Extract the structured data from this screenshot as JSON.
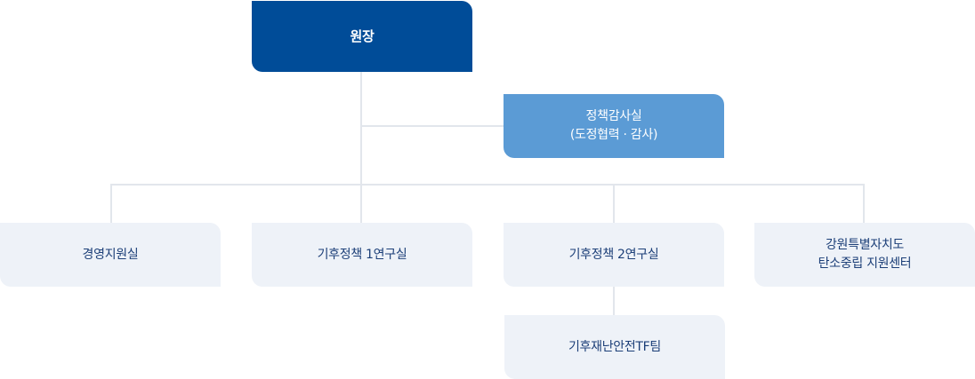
{
  "org_chart": {
    "director": "원장",
    "audit_office": {
      "line1": "정책감사실",
      "line2": "(도정협력 · 감사)"
    },
    "units": [
      {
        "line1": "경영지원실"
      },
      {
        "line1": "기후정책 1연구실"
      },
      {
        "line1": "기후정책 2연구실"
      },
      {
        "line1": "강원특별자치도",
        "line2": "탄소중립 지원센터"
      }
    ],
    "sub_unit": "기후재난안전TF팀"
  },
  "colors": {
    "director_bg": "#004c98",
    "audit_bg": "#5b9bd5",
    "unit_bg": "#eef2f8",
    "unit_text": "#1c3f78",
    "connector": "#e2e6ec"
  }
}
